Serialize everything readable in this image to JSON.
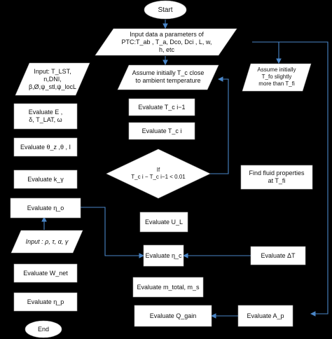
{
  "colors": {
    "background": "#000000",
    "box_fill": "#ffffff",
    "arrow": "#4a86c8"
  },
  "terminals": {
    "start": "Start",
    "end": "End"
  },
  "nodes": {
    "input_ptc": [
      "Input data a parameters of",
      "PTC:T_ab , T_a, Dco, Dci , L,  w,",
      "h, etc"
    ],
    "input_lst": [
      "Input:  T_LST,",
      "n,DNI,",
      "β,Ø,ψ_stl,ψ_locL"
    ],
    "assume_tc": [
      "Assume initially T_c close",
      "to ambient  temperature"
    ],
    "assume_tfo": [
      "Assume initially",
      "T_fo  slightly",
      "more than T_fi"
    ],
    "eval_tci1": "Evaluate T_c i−1",
    "eval_tci": "Evaluate T_c i",
    "decision": [
      "If",
      "T_c i − T_c i−1  < 0.01"
    ],
    "fluid_props": [
      "Find fluid properties",
      "at  T_fi"
    ],
    "eval_e": [
      "Evaluate E ,",
      "δ,  T_LAT, ω"
    ],
    "eval_theta": "Evaluate θ_z ,θ , I",
    "eval_kgamma": "Evaluate  k_γ",
    "eval_eta_o": "Evaluate  η_o",
    "input_optical": "Input : ρ, τ, α, γ",
    "eval_wnet": "Evaluate W_net",
    "eval_eta_p": "Evaluate η_p",
    "eval_ul": "Evaluate  U_L",
    "eval_eta_c": "Evaluate η_c",
    "eval_dt": "Evaluate ΔT",
    "eval_mtotal": "Evaluate m_total, m_s",
    "eval_ap": "Evaluate A_p",
    "eval_qgain": "Evaluate Q_gain"
  }
}
